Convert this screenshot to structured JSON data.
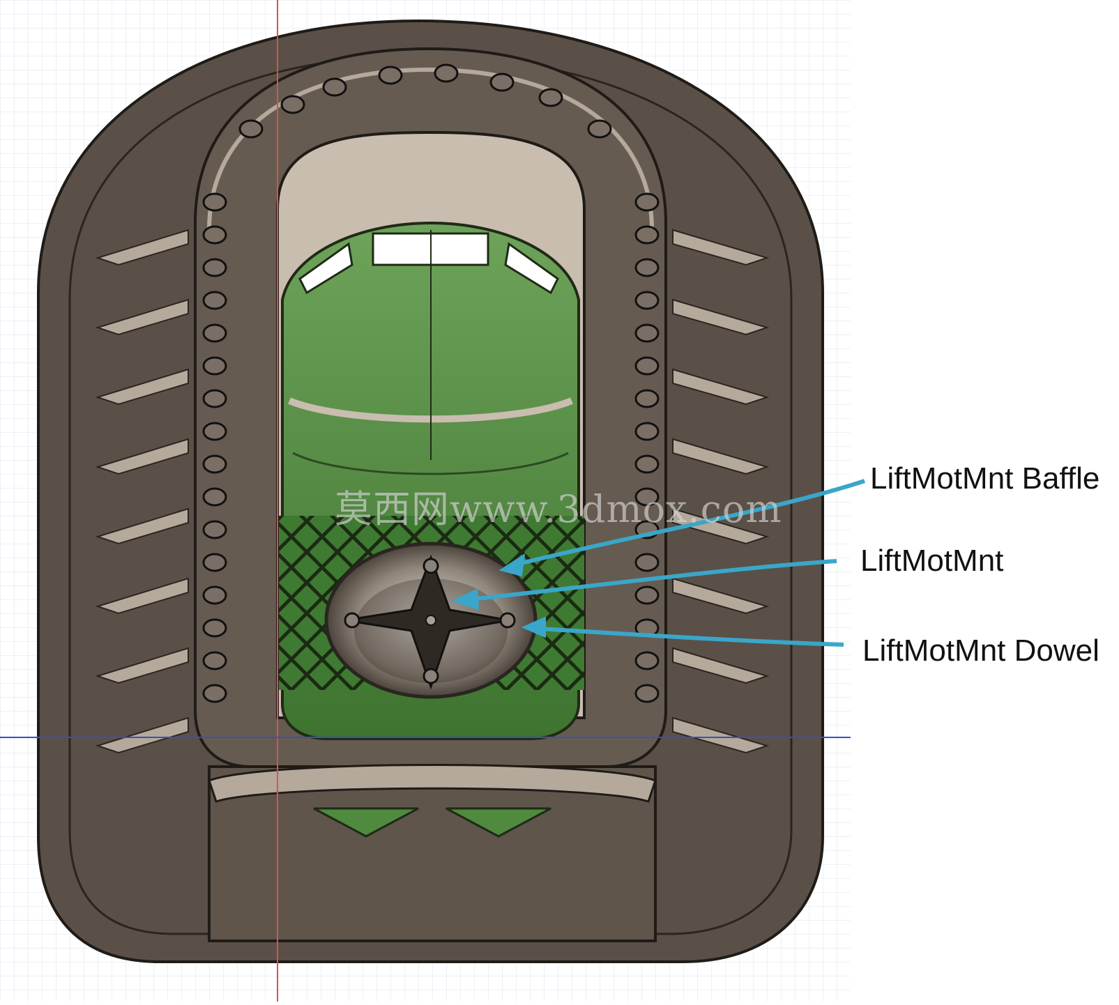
{
  "callouts": [
    {
      "label": "LiftMotMnt Baffle"
    },
    {
      "label": "LiftMotMnt"
    },
    {
      "label": "LiftMotMnt Dowel"
    }
  ],
  "watermark": "莫西网www.3dmox.com",
  "colors": {
    "hull": "#5a5047",
    "hull_edge": "#2a2520",
    "frame_light": "#b4a99b",
    "green": "#4f8a3e",
    "arrow": "#3aa6c9",
    "grid": "#d7dbe8",
    "axis_red": "#d9534f",
    "axis_blue": "#3b4fbf"
  }
}
